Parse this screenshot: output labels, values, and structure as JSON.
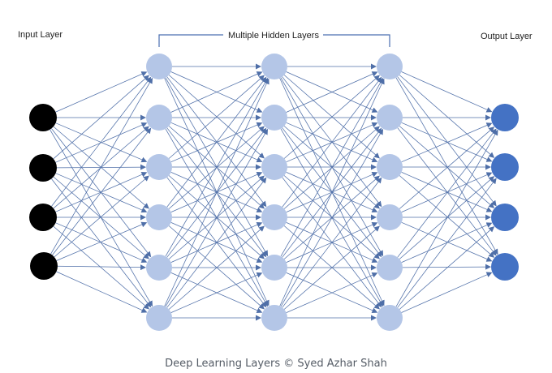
{
  "labels": {
    "input_layer": "Input Layer",
    "hidden_layers": "Multiple Hidden Layers",
    "output_layer": "Output Layer"
  },
  "caption": "Deep Learning Layers © Syed Azhar Shah",
  "colors": {
    "input_node": "#000000",
    "hidden_node": "#b4c6e7",
    "output_node": "#4472c4",
    "edge": "#4f6fa8",
    "bracket": "#4a6fb0"
  },
  "layers": {
    "input_nodes": 4,
    "hidden_layer_count": 3,
    "hidden_nodes_per_layer": 6,
    "output_nodes": 4
  }
}
